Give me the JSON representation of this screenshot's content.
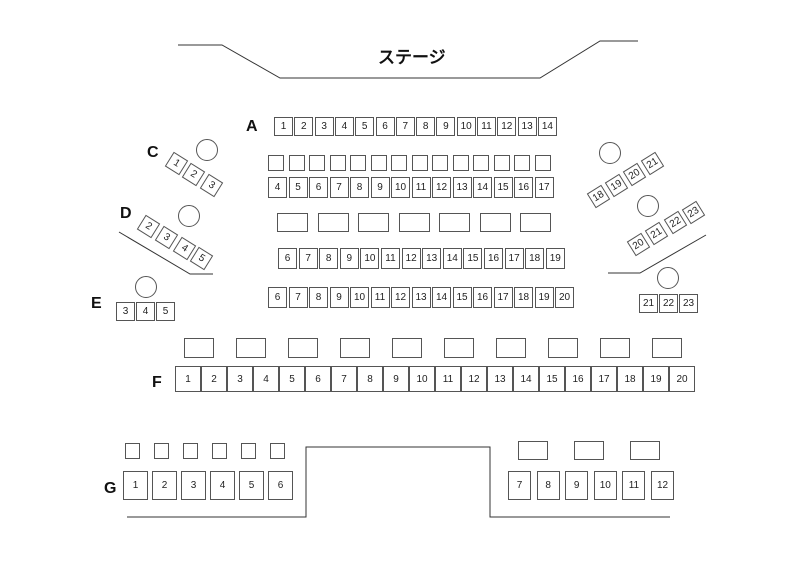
{
  "stage": {
    "label": "ステージ"
  },
  "row_labels": {
    "A": "A",
    "C": "C",
    "D": "D",
    "E": "E",
    "F": "F",
    "G": "G"
  },
  "seating": {
    "rowA": [
      "1",
      "2",
      "3",
      "4",
      "5",
      "6",
      "7",
      "8",
      "9",
      "10",
      "11",
      "12",
      "13",
      "14"
    ],
    "row3": [
      "4",
      "5",
      "6",
      "7",
      "8",
      "9",
      "10",
      "11",
      "12",
      "13",
      "14",
      "15",
      "16",
      "17"
    ],
    "row5": [
      "6",
      "7",
      "8",
      "9",
      "10",
      "11",
      "12",
      "13",
      "14",
      "15",
      "16",
      "17",
      "18",
      "19"
    ],
    "row6": [
      "6",
      "7",
      "8",
      "9",
      "10",
      "11",
      "12",
      "13",
      "14",
      "15",
      "16",
      "17",
      "18",
      "19",
      "20"
    ],
    "rowF": [
      "1",
      "2",
      "3",
      "4",
      "5",
      "6",
      "7",
      "8",
      "9",
      "10",
      "11",
      "12",
      "13",
      "14",
      "15",
      "16",
      "17",
      "18",
      "19",
      "20"
    ],
    "rowG_left": [
      "1",
      "2",
      "3",
      "4",
      "5",
      "6"
    ],
    "rowG_right": [
      "7",
      "8",
      "9",
      "10",
      "11",
      "12"
    ],
    "blockC": [
      "1",
      "2",
      "3"
    ],
    "blockD": [
      "2",
      "3",
      "4",
      "5"
    ],
    "blockE": [
      "3",
      "4",
      "5"
    ],
    "right_upper": [
      "18",
      "19",
      "20",
      "21"
    ],
    "right_middle": [
      "20",
      "21",
      "22",
      "23"
    ],
    "right_lower": [
      "21",
      "22",
      "23"
    ]
  }
}
